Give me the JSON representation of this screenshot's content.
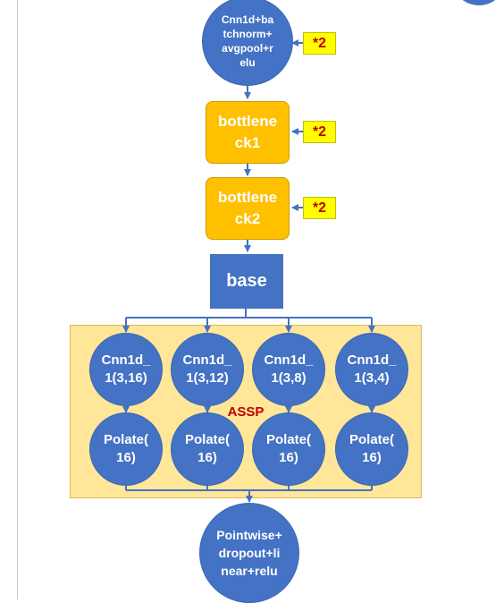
{
  "nodes": {
    "stem": "Cnn1d+ba\ntchnorm+\navgpool+r\nelu",
    "bottleneck1": "bottlene\nck1",
    "bottleneck2": "bottlene\nck2",
    "base": "base",
    "branches": [
      {
        "conv": "Cnn1d_\n1(3,16)",
        "polate": "Polate(\n16)"
      },
      {
        "conv": "Cnn1d_\n1(3,12)",
        "polate": "Polate(\n16)"
      },
      {
        "conv": "Cnn1d_\n1(3,8)",
        "polate": "Polate(\n16)"
      },
      {
        "conv": "Cnn1d_\n1(3,4)",
        "polate": "Polate(\n16)"
      }
    ],
    "head": "Pointwise+\ndropout+li\nnear+relu"
  },
  "repeat_tags": [
    "*2",
    "*2",
    "*2"
  ],
  "group_label": "ASSP",
  "colors": {
    "node_blue": "#4472c4",
    "block_orange": "#ffc000",
    "group_fill": "#ffe699",
    "tag_fill": "#ffff00",
    "tag_text": "#c00000"
  }
}
